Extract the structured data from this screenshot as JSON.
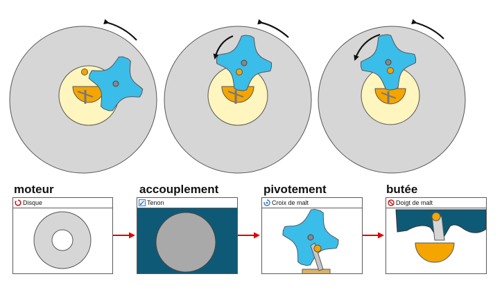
{
  "labels": {
    "moteur": "moteur",
    "accouplement": "accouplement",
    "pivotement": "pivotement",
    "butee": "butée"
  },
  "panels": {
    "disque": "Disque",
    "tenon": "Tenon",
    "croix": "Croix de malt",
    "doigt": "Doigt de malt"
  },
  "colors": {
    "disk": "#d6d6d6",
    "ring": "#fff5be",
    "cam": "#f5a500",
    "cross": "#3bbde9",
    "tenon_bg": "#0e5a76",
    "connector": "#e00000",
    "outline": "#555555"
  },
  "icons": [
    "rotation-icon",
    "link-icon",
    "pivot-icon",
    "stop-icon"
  ]
}
